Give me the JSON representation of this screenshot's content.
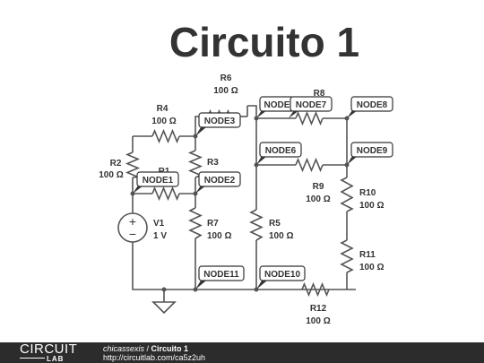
{
  "title": "Circuito 1",
  "components": {
    "R2": {
      "name": "R2",
      "value": "100 Ω"
    },
    "R4": {
      "name": "R4",
      "value": "100 Ω"
    },
    "R6": {
      "name": "R6",
      "value": "100 Ω"
    },
    "R8": {
      "name": "R8"
    },
    "R1": {
      "name": "R1"
    },
    "R3": {
      "name": "R3"
    },
    "R7": {
      "name": "R7",
      "value": "100 Ω"
    },
    "R5": {
      "name": "R5",
      "value": "100 Ω"
    },
    "R9": {
      "name": "R9",
      "value": "100 Ω"
    },
    "R10": {
      "name": "R10",
      "value": "100 Ω"
    },
    "R11": {
      "name": "R11",
      "value": "100 Ω"
    },
    "R12": {
      "name": "R12",
      "value": "100 Ω"
    },
    "V1": {
      "name": "V1",
      "value": "1 V"
    }
  },
  "nodes": {
    "node1": "NODE1",
    "node2": "NODE2",
    "node3": "NODE3",
    "node_trunc": "NODE",
    "node6": "NODE6",
    "node7": "NODE7",
    "node8": "NODE8",
    "node9": "NODE9",
    "node10": "NODE10",
    "node11": "NODE11"
  },
  "source_symbols": {
    "plus": "+",
    "minus": "−"
  },
  "footer": {
    "logo_top": "CIRCUIT",
    "logo_bottom": "LAB",
    "author": "chicassexis",
    "separator": " / ",
    "project": "Circuito 1",
    "url": "http://circuitlab.com/ca5z2uh"
  }
}
